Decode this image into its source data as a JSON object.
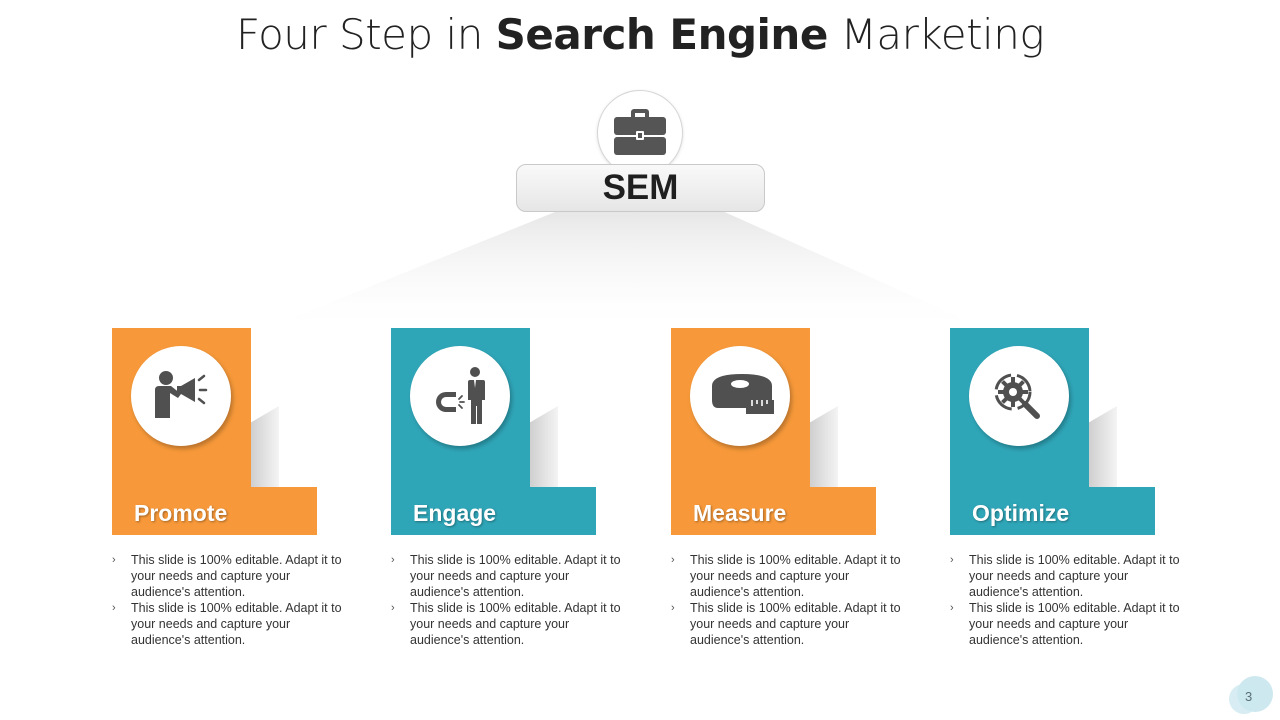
{
  "title": {
    "prefix": "Four Step in ",
    "bold": "Search Engine",
    "suffix": " Marketing"
  },
  "hub": {
    "label": "SEM",
    "icon": "briefcase-icon"
  },
  "steps": [
    {
      "label": "Promote",
      "icon": "megaphone-person-icon",
      "color": "#f7993a",
      "bullets": [
        "This slide is 100% editable. Adapt it to your needs and capture your audience's attention.",
        "This slide is 100% editable. Adapt it to your needs and capture your audience's attention."
      ]
    },
    {
      "label": "Engage",
      "icon": "magnet-person-icon",
      "color": "#2fa6b8",
      "bullets": [
        "This slide is 100% editable. Adapt it to your needs and capture your audience's attention.",
        "This slide is 100% editable. Adapt it to your needs and capture your audience's attention."
      ]
    },
    {
      "label": "Measure",
      "icon": "measuring-tape-icon",
      "color": "#f7993a",
      "bullets": [
        "This slide is 100% editable. Adapt it to your needs and capture your audience's attention.",
        "This slide is 100% editable. Adapt it to your needs and capture your audience's attention."
      ]
    },
    {
      "label": "Optimize",
      "icon": "gear-search-icon",
      "color": "#2fa6b8",
      "bullets": [
        "This slide is 100% editable. Adapt it to your needs and capture your audience's attention.",
        "This slide is 100% editable. Adapt it to your needs and capture your audience's attention."
      ]
    }
  ],
  "page_number": "3"
}
